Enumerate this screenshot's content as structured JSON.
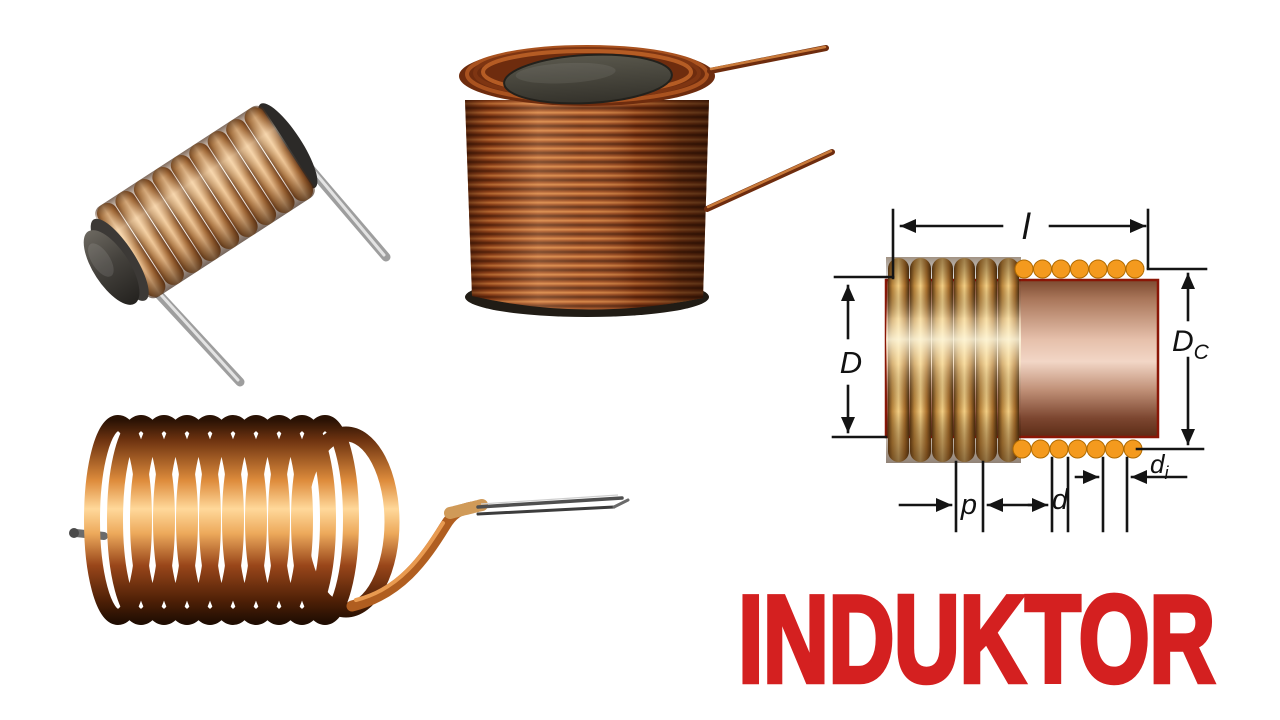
{
  "title": {
    "text": "INDUKTOR",
    "color": "#d42020"
  },
  "diagram": {
    "labels": {
      "coil_length": "l",
      "winding_diameter": "D",
      "core_diameter": {
        "main": "D",
        "sub": "C"
      },
      "pitch": "p",
      "wire_diameter": "d",
      "bare_wire_diameter": {
        "main": "d",
        "sub": "i"
      }
    },
    "colors": {
      "dimension_lines": "#141414",
      "wire_dots": "#f49a1e",
      "core_border": "#8a1606"
    }
  },
  "figures": [
    {
      "name": "rod-core-inductor"
    },
    {
      "name": "bobbin-core-inductor"
    },
    {
      "name": "air-core-spring-coil"
    },
    {
      "name": "winding-dimension-diagram"
    }
  ]
}
